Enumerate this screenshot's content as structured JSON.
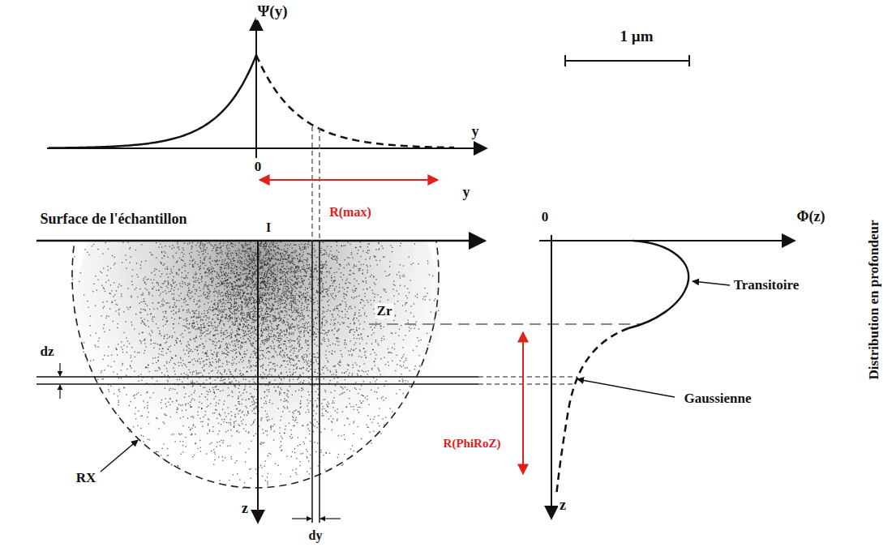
{
  "diagram": {
    "labels": [
      "Ψ(y)",
      "1 µm",
      "y",
      "0",
      "R(max)",
      "y",
      "Surface de l'échantillon",
      "I",
      "0",
      "Φ(z)",
      "Transitoire",
      "Zr",
      "Gaussienne",
      "dz",
      "R(PhiRoZ)",
      "RX",
      "z",
      "z",
      "dy",
      "Distribution en profondeur"
    ]
  }
}
